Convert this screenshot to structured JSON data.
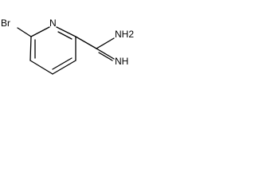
{
  "molecule": {
    "atoms": {
      "bromine": "Br",
      "ring_nitrogen": "N",
      "amine": "NH2",
      "imine": "NH"
    }
  }
}
